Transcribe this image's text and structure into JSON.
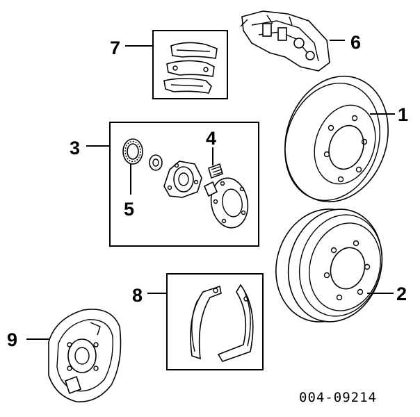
{
  "callouts": [
    {
      "id": "1",
      "label": "1"
    },
    {
      "id": "2",
      "label": "2"
    },
    {
      "id": "3",
      "label": "3"
    },
    {
      "id": "4",
      "label": "4"
    },
    {
      "id": "5",
      "label": "5"
    },
    {
      "id": "6",
      "label": "6"
    },
    {
      "id": "7",
      "label": "7"
    },
    {
      "id": "8",
      "label": "8"
    },
    {
      "id": "9",
      "label": "9"
    }
  ],
  "diagram_code": "004-09214"
}
